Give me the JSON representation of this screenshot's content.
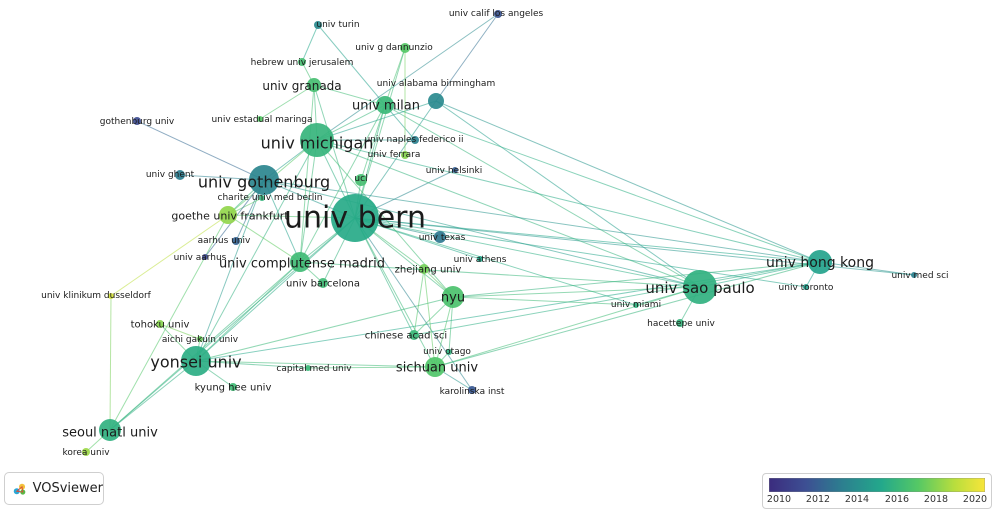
{
  "app": {
    "name": "VOSviewer"
  },
  "legend": {
    "ticks": [
      "2010",
      "2012",
      "2014",
      "2016",
      "2018",
      "2020"
    ],
    "gradient": [
      "#3b2c7e",
      "#3d4f93",
      "#2c7f8f",
      "#23a88b",
      "#55c865",
      "#b9de3d",
      "#f8e53a"
    ]
  },
  "nodes": [
    {
      "id": "bern",
      "label": "univ bern",
      "year": 2015.2
    },
    {
      "id": "sao_paulo",
      "label": "univ sao paulo",
      "year": 2015.6
    },
    {
      "id": "hong_kong",
      "label": "univ hong kong",
      "year": 2014.8
    },
    {
      "id": "michigan",
      "label": "univ michigan",
      "year": 2015.8
    },
    {
      "id": "gothenburg",
      "label": "univ gothenburg",
      "year": 2013.4
    },
    {
      "id": "yonsei",
      "label": "yonsei univ",
      "year": 2015.4
    },
    {
      "id": "seoul",
      "label": "seoul natl univ",
      "year": 2015.6
    },
    {
      "id": "nyu",
      "label": "nyu",
      "year": 2016.6
    },
    {
      "id": "sichuan",
      "label": "sichuan univ",
      "year": 2016.8
    },
    {
      "id": "milan",
      "label": "univ milan",
      "year": 2016.0
    },
    {
      "id": "granada",
      "label": "univ granada",
      "year": 2016.4
    },
    {
      "id": "complutense",
      "label": "univ complutense madrid",
      "year": 2016.2
    },
    {
      "id": "goethe",
      "label": "goethe univ frankfurt",
      "year": 2018.2
    },
    {
      "id": "barcelona",
      "label": "univ barcelona",
      "year": 2016.2
    },
    {
      "id": "zhejiang",
      "label": "zhejiang univ",
      "year": 2017.6
    },
    {
      "id": "chinese_acad",
      "label": "chinese acad sci",
      "year": 2016.0
    },
    {
      "id": "otago",
      "label": "univ otago",
      "year": 2015.6
    },
    {
      "id": "karolinska",
      "label": "karolinska inst",
      "year": 2011.5
    },
    {
      "id": "tohoku",
      "label": "tohoku univ",
      "year": 2018.0
    },
    {
      "id": "aichi",
      "label": "aichi gakuin univ",
      "year": 2017.4
    },
    {
      "id": "kyung_hee",
      "label": "kyung hee univ",
      "year": 2016.2
    },
    {
      "id": "capital_med",
      "label": "capital med univ",
      "year": 2016.0
    },
    {
      "id": "korea",
      "label": "korea univ",
      "year": 2018.4
    },
    {
      "id": "dusseldorf",
      "label": "univ klinikum dusseldorf",
      "year": 2019.8
    },
    {
      "id": "aarhus_univ",
      "label": "aarhus univ",
      "year": 2012.0
    },
    {
      "id": "univ_aarhus",
      "label": "univ aarhus",
      "year": 2010.8
    },
    {
      "id": "ghent",
      "label": "univ ghent",
      "year": 2013.0
    },
    {
      "id": "charite",
      "label": "charite univ med berlin",
      "year": 2015.8
    },
    {
      "id": "gothenburg_u",
      "label": "gothenburg univ",
      "year": 2011.0
    },
    {
      "id": "maringa",
      "label": "univ estadual maringa",
      "year": 2017.0
    },
    {
      "id": "hebrew",
      "label": "hebrew univ jerusalem",
      "year": 2016.4
    },
    {
      "id": "turin",
      "label": "univ turin",
      "year": 2013.6
    },
    {
      "id": "dannunzio",
      "label": "univ g dannunzio",
      "year": 2017.0
    },
    {
      "id": "ucla",
      "label": "univ calif los angeles",
      "year": 2011.4
    },
    {
      "id": "alabama",
      "label": "univ alabama birmingham",
      "year": 2013.6
    },
    {
      "id": "naples",
      "label": "univ naples federico ii",
      "year": 2013.2
    },
    {
      "id": "ferrara",
      "label": "univ ferrara",
      "year": 2018.0
    },
    {
      "id": "ucl",
      "label": "ucl",
      "year": 2016.4
    },
    {
      "id": "helsinki",
      "label": "univ helsinki",
      "year": 2011.8
    },
    {
      "id": "texas",
      "label": "univ texas",
      "year": 2012.8
    },
    {
      "id": "athens",
      "label": "univ athens",
      "year": 2015.0
    },
    {
      "id": "miami",
      "label": "univ miami",
      "year": 2015.6
    },
    {
      "id": "hacettepe",
      "label": "hacettepe univ",
      "year": 2015.8
    },
    {
      "id": "toronto",
      "label": "univ toronto",
      "year": 2014.6
    },
    {
      "id": "med_sci",
      "label": "univ med sci",
      "year": 2013.2
    }
  ],
  "links": [
    [
      "bern",
      "sao_paulo"
    ],
    [
      "bern",
      "hong_kong"
    ],
    [
      "bern",
      "michigan"
    ],
    [
      "bern",
      "gothenburg"
    ],
    [
      "bern",
      "yonsei"
    ],
    [
      "bern",
      "nyu"
    ],
    [
      "bern",
      "milan"
    ],
    [
      "bern",
      "granada"
    ],
    [
      "bern",
      "complutense"
    ],
    [
      "bern",
      "goethe"
    ],
    [
      "bern",
      "zhejiang"
    ],
    [
      "bern",
      "sichuan"
    ],
    [
      "bern",
      "texas"
    ],
    [
      "bern",
      "athens"
    ],
    [
      "bern",
      "med_sci"
    ],
    [
      "bern",
      "toronto"
    ],
    [
      "bern",
      "alabama"
    ],
    [
      "bern",
      "dannunzio"
    ],
    [
      "bern",
      "seoul"
    ],
    [
      "bern",
      "chinese_acad"
    ],
    [
      "bern",
      "barcelona"
    ],
    [
      "bern",
      "ucl"
    ],
    [
      "bern",
      "helsinki"
    ],
    [
      "bern",
      "miami"
    ],
    [
      "bern",
      "karolinska"
    ],
    [
      "michigan",
      "hong_kong"
    ],
    [
      "michigan",
      "sao_paulo"
    ],
    [
      "michigan",
      "gothenburg"
    ],
    [
      "michigan",
      "milan"
    ],
    [
      "michigan",
      "granada"
    ],
    [
      "michigan",
      "nyu"
    ],
    [
      "michigan",
      "ucla"
    ],
    [
      "michigan",
      "yonsei"
    ],
    [
      "michigan",
      "alabama"
    ],
    [
      "gothenburg",
      "gothenburg_u"
    ],
    [
      "gothenburg",
      "goethe"
    ],
    [
      "gothenburg",
      "complutense"
    ],
    [
      "gothenburg",
      "yonsei"
    ],
    [
      "gothenburg",
      "hong_kong"
    ],
    [
      "gothenburg",
      "sao_paulo"
    ],
    [
      "gothenburg",
      "ghent"
    ],
    [
      "gothenburg",
      "aarhus_univ"
    ],
    [
      "sao_paulo",
      "hong_kong"
    ],
    [
      "sao_paulo",
      "nyu"
    ],
    [
      "sao_paulo",
      "miami"
    ],
    [
      "sao_paulo",
      "hacettepe"
    ],
    [
      "sao_paulo",
      "sichuan"
    ],
    [
      "sao_paulo",
      "milan"
    ],
    [
      "sao_paulo",
      "alabama"
    ],
    [
      "sao_paulo",
      "complutense"
    ],
    [
      "hong_kong",
      "nyu"
    ],
    [
      "hong_kong",
      "milan"
    ],
    [
      "hong_kong",
      "toronto"
    ],
    [
      "hong_kong",
      "med_sci"
    ],
    [
      "hong_kong",
      "alabama"
    ],
    [
      "hong_kong",
      "sichuan"
    ],
    [
      "hong_kong",
      "yonsei"
    ],
    [
      "hong_kong",
      "chinese_acad"
    ],
    [
      "yonsei",
      "seoul"
    ],
    [
      "yonsei",
      "kyung_hee"
    ],
    [
      "yonsei",
      "capital_med"
    ],
    [
      "yonsei",
      "aichi"
    ],
    [
      "yonsei",
      "tohoku"
    ],
    [
      "yonsei",
      "nyu"
    ],
    [
      "yonsei",
      "sichuan"
    ],
    [
      "yonsei",
      "complutense"
    ],
    [
      "seoul",
      "korea"
    ],
    [
      "seoul",
      "goethe"
    ],
    [
      "seoul",
      "complutense"
    ],
    [
      "nyu",
      "sichuan"
    ],
    [
      "nyu",
      "chinese_acad"
    ],
    [
      "nyu",
      "zhejiang"
    ],
    [
      "nyu",
      "otago"
    ],
    [
      "nyu",
      "miami"
    ],
    [
      "sichuan",
      "karolinska"
    ],
    [
      "sichuan",
      "capital_med"
    ],
    [
      "sichuan",
      "zhejiang"
    ],
    [
      "sichuan",
      "otago"
    ],
    [
      "milan",
      "granada"
    ],
    [
      "milan",
      "turin"
    ],
    [
      "milan",
      "dannunzio"
    ],
    [
      "milan",
      "naples"
    ],
    [
      "granada",
      "hebrew"
    ],
    [
      "granada",
      "maringa"
    ],
    [
      "complutense",
      "barcelona"
    ],
    [
      "complutense",
      "goethe"
    ],
    [
      "goethe",
      "dusseldorf"
    ],
    [
      "goethe",
      "charite"
    ],
    [
      "tohoku",
      "aichi"
    ],
    [
      "zhejiang",
      "chinese_acad"
    ],
    [
      "ucla",
      "alabama"
    ],
    [
      "turin",
      "hebrew"
    ],
    [
      "dannunzio",
      "ferrara"
    ],
    [
      "granada",
      "complutense"
    ],
    [
      "michigan",
      "complutense"
    ],
    [
      "michigan",
      "goethe"
    ],
    [
      "milan",
      "complutense"
    ],
    [
      "dusseldorf",
      "seoul"
    ],
    [
      "gothenburg",
      "univ_aarhus"
    ],
    [
      "michigan",
      "naples"
    ],
    [
      "milan",
      "ucl"
    ]
  ]
}
